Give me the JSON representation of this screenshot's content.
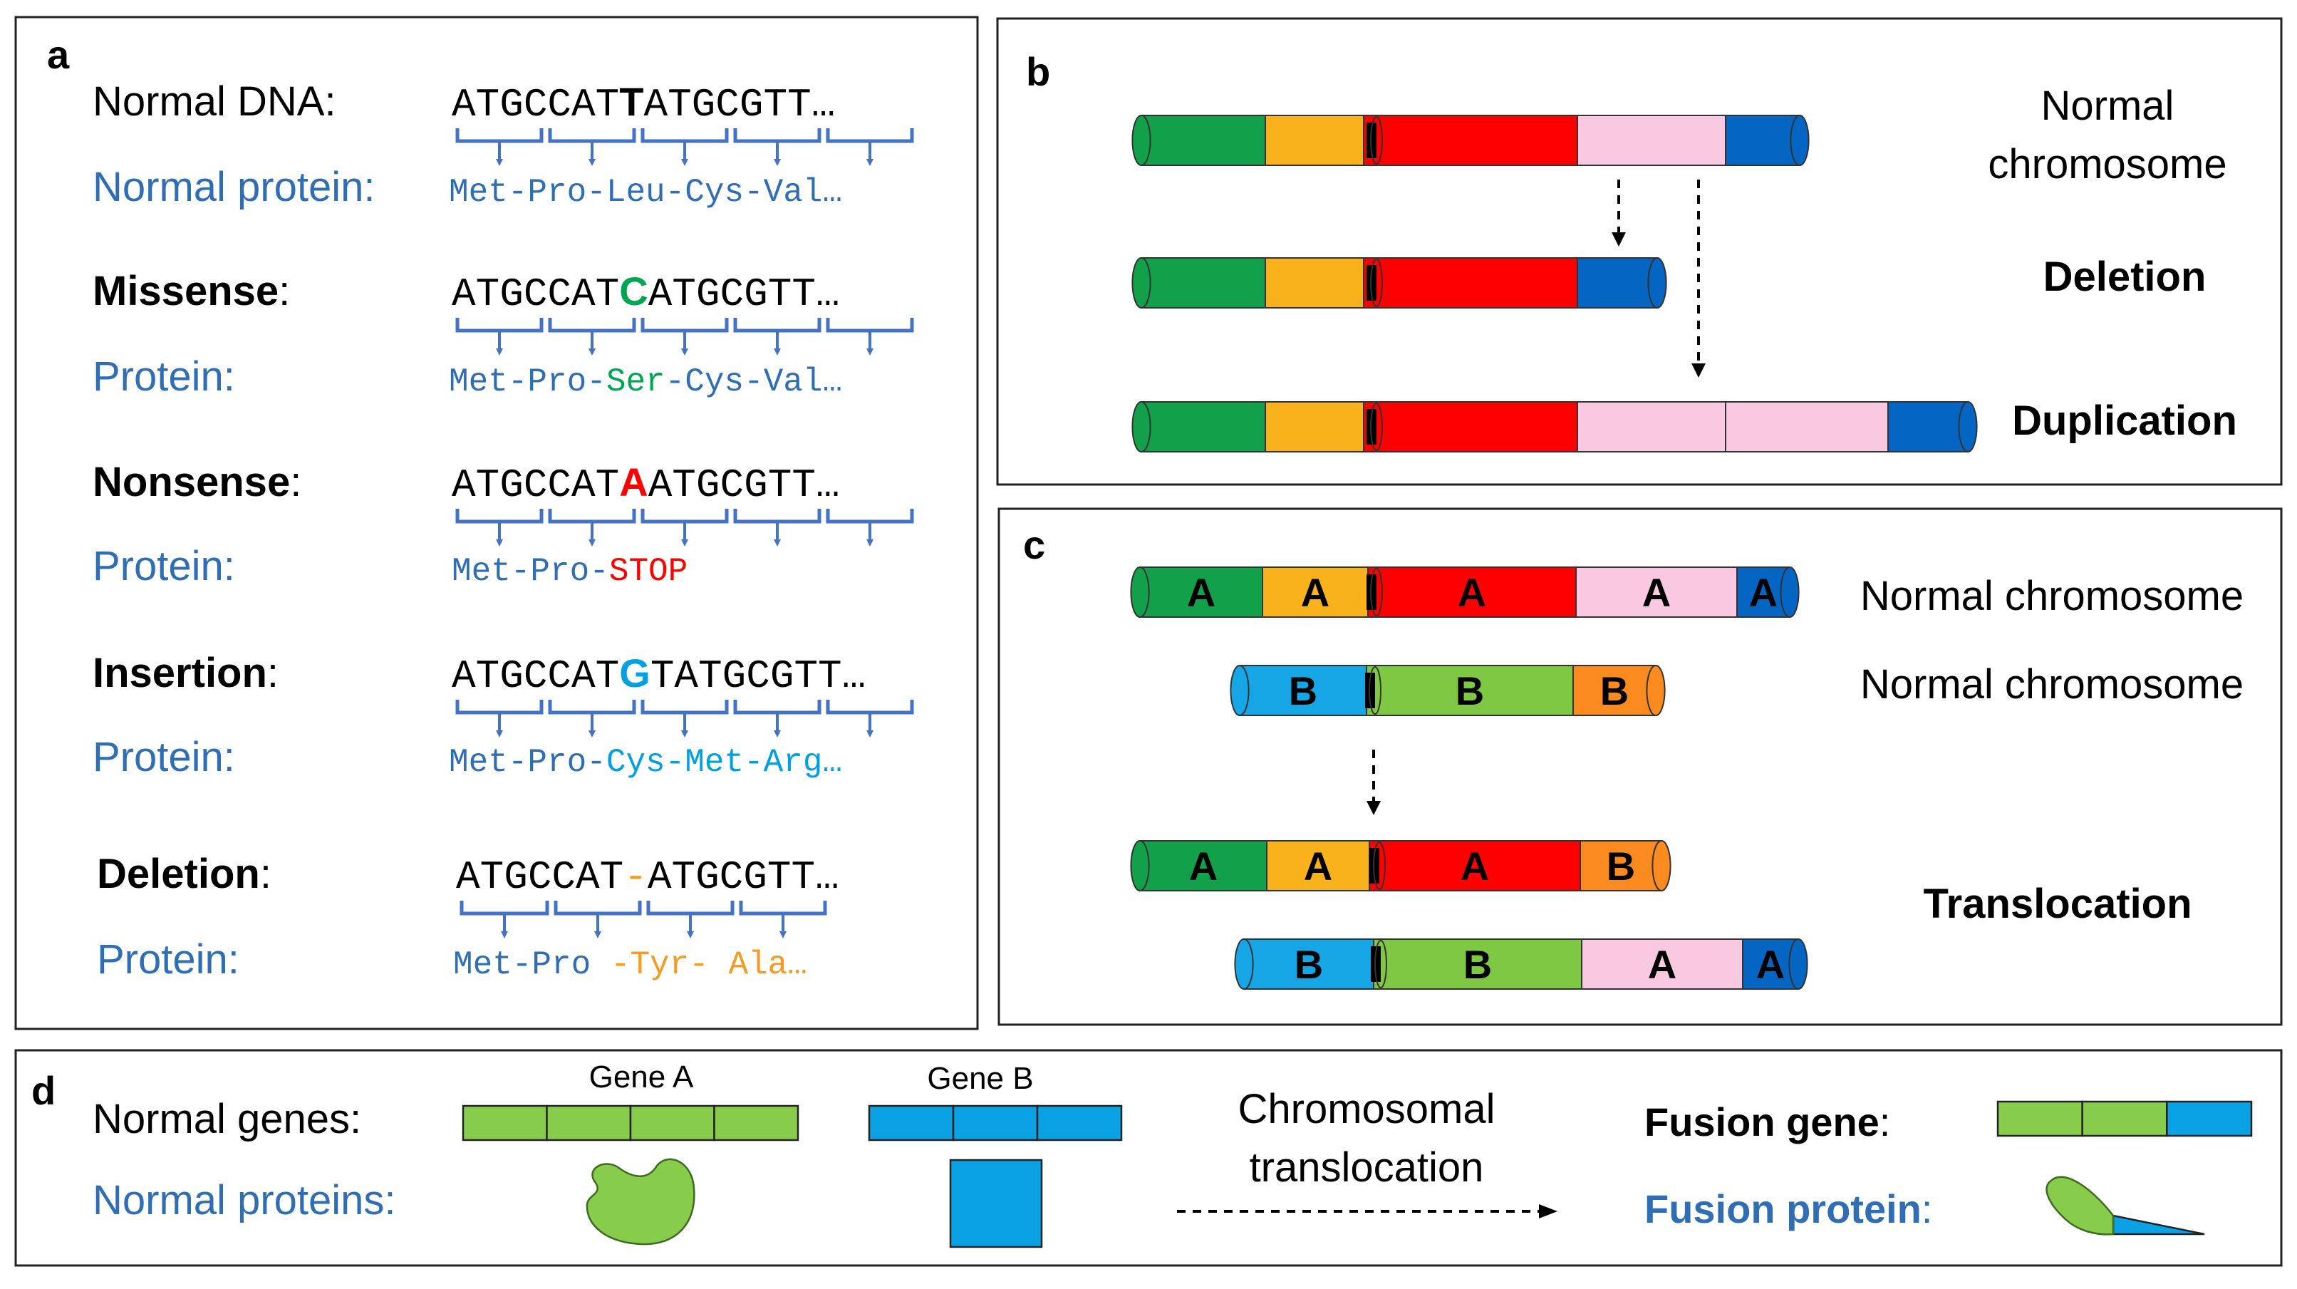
{
  "colors": {
    "blue_label": "#2f6db5",
    "bracket": "#4472c4",
    "black": "#000000",
    "missense": "#00a651",
    "nonsense": "#ff0000",
    "insertion": "#00a0e3",
    "deletion": "#f59b23",
    "chrom_green": "#12a14a",
    "chrom_yellow": "#f9b21b",
    "chrom_red": "#ff0000",
    "chrom_pink": "#f9c9e1",
    "chrom_blue": "#0565c2",
    "chrom_lightblue": "#16a6e6",
    "chrom_lightgreen": "#7ec843",
    "chrom_orange": "#fb8b1f",
    "gene_green": "#88cc4c",
    "gene_blue": "#0aa2e5"
  },
  "panel_a": {
    "letter": "a",
    "rows": [
      {
        "label": "Normal DNA:",
        "label_bold": false,
        "label_color": "black",
        "dna_pre": "ATGCCAT",
        "dna_mut": "T",
        "dna_post": "ATGCGTT…",
        "mut_color": "black",
        "mut_bold": true,
        "protein_label": "Normal protein:",
        "protein_segments": [
          {
            "text": "Met-Pro-Leu-Cys-Val…",
            "color": "blue_label"
          }
        ]
      },
      {
        "label": "Missense",
        "label_bold": true,
        "label_color": "black",
        "dna_pre": "ATGCCAT",
        "dna_mut": "C",
        "dna_post": "ATGCGTT…",
        "mut_color": "missense",
        "mut_bold": true,
        "protein_label": "Protein:",
        "protein_segments": [
          {
            "text": "Met-Pro-",
            "color": "blue_label"
          },
          {
            "text": "Ser",
            "color": "missense"
          },
          {
            "text": "-Cys-Val…",
            "color": "blue_label"
          }
        ]
      },
      {
        "label": "Nonsense",
        "label_bold": true,
        "label_color": "black",
        "dna_pre": "ATGCCAT",
        "dna_mut": "A",
        "dna_post": "ATGCGTT…",
        "mut_color": "nonsense",
        "mut_bold": true,
        "protein_label": "Protein:",
        "protein_segments": [
          {
            "text": "Met-Pro-",
            "color": "blue_label"
          },
          {
            "text": "STOP",
            "color": "nonsense"
          }
        ]
      },
      {
        "label": "Insertion",
        "label_bold": true,
        "label_color": "black",
        "dna_pre": "ATGCCAT",
        "dna_mut": "G",
        "dna_post": "TATGCGTT…",
        "mut_color": "insertion",
        "mut_bold": true,
        "protein_label": "Protein:",
        "protein_segments": [
          {
            "text": "Met-Pro-",
            "color": "blue_label"
          },
          {
            "text": "Cys-Met-Arg…",
            "color": "insertion"
          }
        ]
      },
      {
        "label": "Deletion",
        "label_bold": true,
        "label_color": "black",
        "dna_pre": "ATGCCAT",
        "dna_mut": "-",
        "dna_post": "ATGCGTT…",
        "mut_color": "deletion",
        "mut_bold": false,
        "protein_label": "Protein:",
        "protein_segments": [
          {
            "text": "Met-Pro ",
            "color": "blue_label"
          },
          {
            "text": "-Tyr- Ala…",
            "color": "deletion"
          }
        ]
      }
    ]
  },
  "panel_b": {
    "letter": "b",
    "normal_label_1": "Normal",
    "normal_label_2": "chromosome",
    "deletion_label": "Deletion",
    "duplication_label": "Duplication"
  },
  "panel_c": {
    "letter": "c",
    "normal_a_label": "Normal chromosome",
    "normal_b_label": "Normal chromosome",
    "translocation_label": "Translocation",
    "chrom_a": [
      "A",
      "A",
      "A",
      "A",
      "A"
    ],
    "chrom_b": [
      "B",
      "B",
      "B"
    ],
    "derivative_1": [
      "A",
      "A",
      "A",
      "B"
    ],
    "derivative_2": [
      "B",
      "B",
      "A",
      "A"
    ]
  },
  "panel_d": {
    "letter": "d",
    "normal_genes_label": "Normal genes:",
    "normal_proteins_label": "Normal proteins:",
    "gene_a_label": "Gene A",
    "gene_b_label": "Gene B",
    "translocation_line1": "Chromosomal",
    "translocation_line2": "translocation",
    "fusion_gene_label": "Fusion gene",
    "fusion_protein_label": "Fusion protein"
  }
}
